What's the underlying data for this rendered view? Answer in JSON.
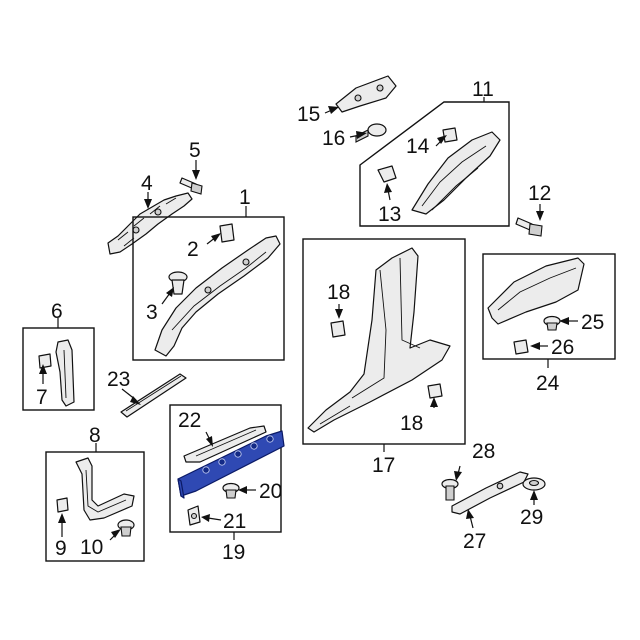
{
  "diagram": {
    "highlight_color": "#2f49b3",
    "callouts": {
      "c1": "1",
      "c2": "2",
      "c3": "3",
      "c4": "4",
      "c5": "5",
      "c6": "6",
      "c7": "7",
      "c8": "8",
      "c9": "9",
      "c10": "10",
      "c11": "11",
      "c12": "12",
      "c13": "13",
      "c14": "14",
      "c15": "15",
      "c16": "16",
      "c17": "17",
      "c18a": "18",
      "c18b": "18",
      "c19": "19",
      "c20": "20",
      "c21": "21",
      "c22": "22",
      "c23": "23",
      "c24": "24",
      "c25": "25",
      "c26": "26",
      "c27": "27",
      "c28": "28",
      "c29": "29"
    }
  }
}
